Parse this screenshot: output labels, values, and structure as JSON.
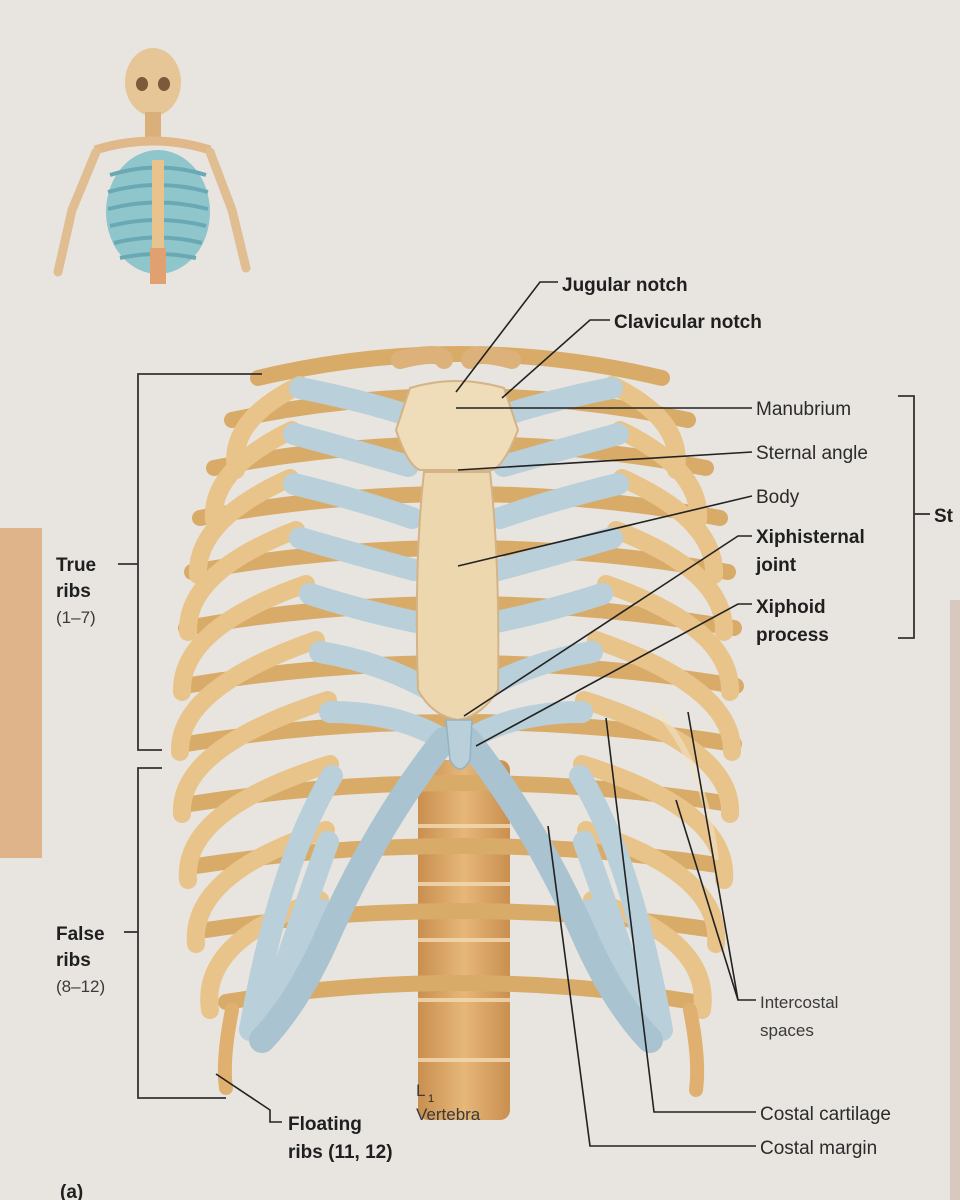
{
  "labels": {
    "jugular_notch": "Jugular notch",
    "clavicular_notch": "Clavicular notch",
    "manubrium": "Manubrium",
    "sternal_angle": "Sternal angle",
    "body": "Body",
    "xiphisternal_joint_1": "Xiphisternal",
    "xiphisternal_joint_2": "joint",
    "xiphoid_process_1": "Xiphoid",
    "xiphoid_process_2": "process",
    "sternum_cut": "St",
    "true_ribs_1": "True",
    "true_ribs_2": "ribs",
    "true_ribs_3": "(1–7)",
    "false_ribs_1": "False",
    "false_ribs_2": "ribs",
    "false_ribs_3": "(8–12)",
    "floating_ribs_1": "Floating",
    "floating_ribs_2": "ribs (11, 12)",
    "intercostal_spaces_1": "Intercostal",
    "intercostal_spaces_2": "spaces",
    "costal_cartilage": "Costal cartilage",
    "costal_margin": "Costal margin",
    "l1_1": "L",
    "l1_sub": "1",
    "l1_2": "Vertebra",
    "figure_letter": "(a)"
  },
  "colors": {
    "background": "#e8e5e0",
    "bone": "#e8c88e",
    "bone_dark": "#c99a55",
    "cartilage": "#b9cfd9",
    "vertebra": "#d9a465",
    "side_tab": "#e0b48a"
  }
}
